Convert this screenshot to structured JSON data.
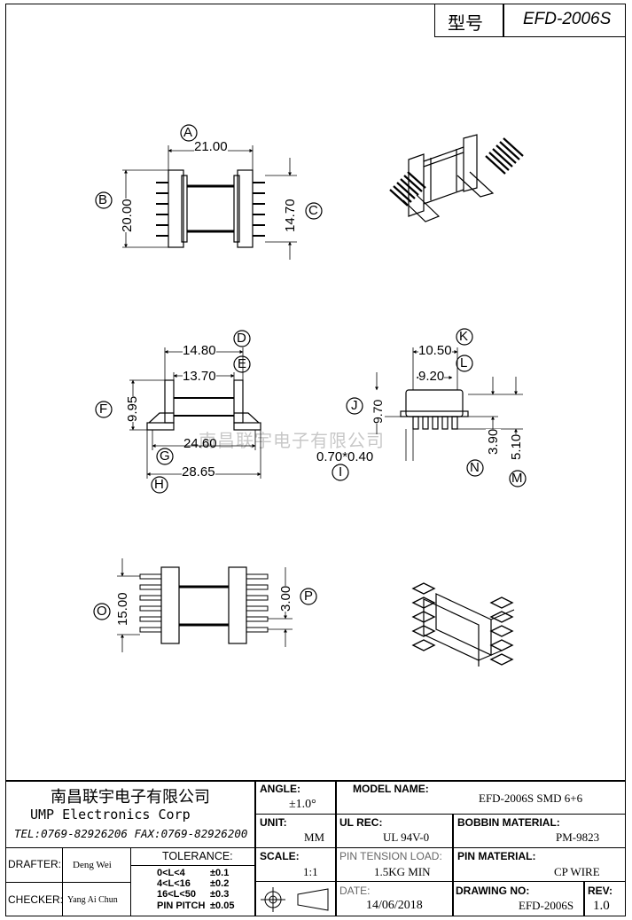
{
  "header": {
    "model_label": "型号",
    "model_value": "EFD-2006S"
  },
  "watermark": "南昌联宇电子有限公司",
  "dims": {
    "a": {
      "tag": "A",
      "value": "21.00"
    },
    "b": {
      "tag": "B",
      "value": "20.00"
    },
    "c": {
      "tag": "C",
      "value": "14.70"
    },
    "d": {
      "tag": "D",
      "value": "14.80"
    },
    "e": {
      "tag": "E",
      "value": "13.70"
    },
    "f": {
      "tag": "F",
      "value": "9.95"
    },
    "g": {
      "tag": "G",
      "value": "24.60"
    },
    "h": {
      "tag": "H",
      "value": "28.65"
    },
    "i": {
      "tag": "I",
      "value": "0.70*0.40"
    },
    "j": {
      "tag": "J",
      "value": "9.70"
    },
    "k": {
      "tag": "K",
      "value": "10.50"
    },
    "l": {
      "tag": "L",
      "value": "9.20"
    },
    "m": {
      "tag": "M",
      "value": "5.10"
    },
    "n": {
      "tag": "N",
      "value": "3.90"
    },
    "o": {
      "tag": "O",
      "value": "15.00"
    },
    "p": {
      "tag": "P",
      "value": "3.00"
    }
  },
  "title_block": {
    "company_cn": "南昌联宇电子有限公司",
    "company_en": "UMP Electronics Corp",
    "contact": "TEL:0769-82926206 FAX:0769-82926200",
    "drafter_label": "DRAFTER:",
    "drafter": "Deng Wei",
    "checker_label": "CHECKER:",
    "checker": "Yang Ai Chun",
    "tolerance_label": "TOLERANCE:",
    "tolerance_rows": [
      {
        "range": "0<L<4",
        "tol": "±0.1"
      },
      {
        "range": "4<L<16",
        "tol": "±0.2"
      },
      {
        "range": "16<L<50",
        "tol": "±0.3"
      },
      {
        "range": "PIN PITCH",
        "tol": "±0.05"
      }
    ],
    "angle_label": "ANGLE:",
    "angle": "±1.0°",
    "unit_label": "UNIT:",
    "unit": "MM",
    "scale_label": "SCALE:",
    "scale": "1:1",
    "model_name_label": "MODEL NAME:",
    "model_name": "EFD-2006S SMD 6+6",
    "ul_rec_label": "UL REC:",
    "ul_rec": "UL 94V-0",
    "bobbin_material_label": "BOBBIN MATERIAL:",
    "bobbin_material": "PM-9823",
    "pin_tension_label": "PIN TENSION LOAD:",
    "pin_tension": "1.5KG MIN",
    "pin_material_label": "PIN MATERIAL:",
    "pin_material": "CP WIRE",
    "date_label": "DATE:",
    "date": "14/06/2018",
    "drawing_no_label": "DRAWING NO:",
    "drawing_no": "EFD-2006S",
    "rev_label": "REV:",
    "rev": "1.0"
  }
}
